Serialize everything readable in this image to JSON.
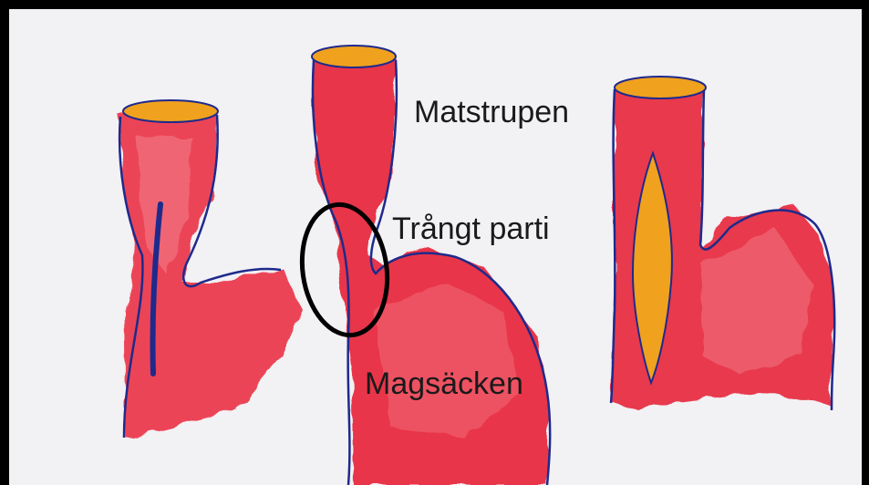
{
  "labels": {
    "esophagus": "Matstrupen",
    "narrowing": "Trångt parti",
    "stomach": "Magsäcken"
  },
  "colors": {
    "tissue": "#e8283a",
    "tissue_light": "#f26a78",
    "lumen": "#f0a21e",
    "outline": "#1e2a8c",
    "ring": "#000000",
    "background": "#f2f1f4",
    "border": "#000000"
  }
}
